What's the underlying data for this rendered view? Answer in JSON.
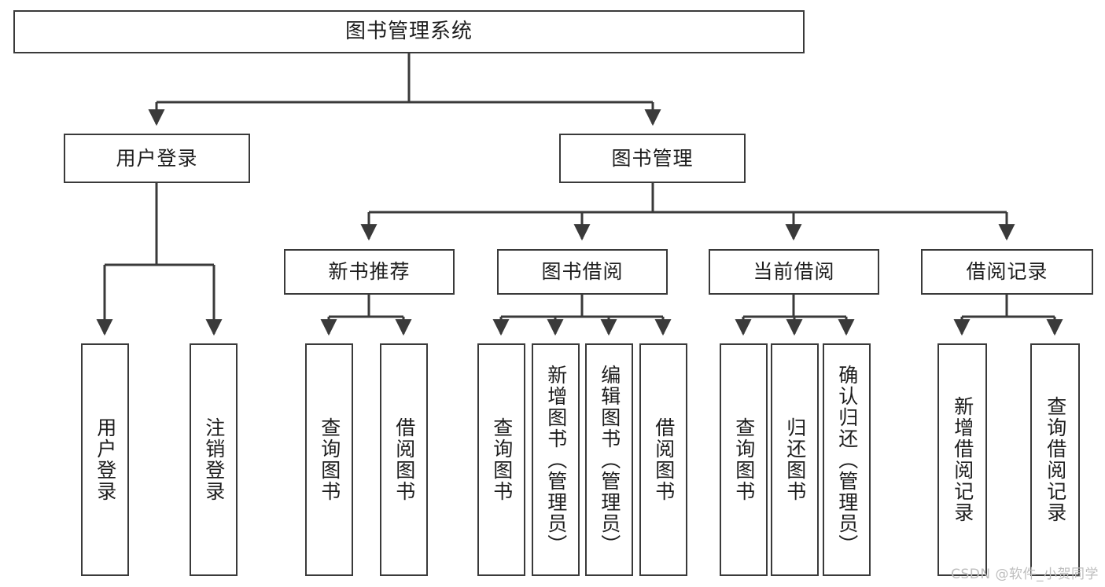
{
  "diagram": {
    "title": "图书管理系统",
    "type": "tree-hierarchy-chart",
    "watermark": "CSDN @软件_小贺同学",
    "colors": {
      "box_border": "#3a3a3a",
      "box_fill": "#ffffff",
      "connector": "#3a3a3a",
      "text": "#1d1d1d",
      "watermark": "#bdbdbd"
    },
    "nodes": {
      "root": {
        "label": "图书管理系统"
      },
      "level2": [
        {
          "label": "用户登录"
        },
        {
          "label": "图书管理"
        }
      ],
      "level3": [
        {
          "label": "新书推荐"
        },
        {
          "label": "图书借阅"
        },
        {
          "label": "当前借阅"
        },
        {
          "label": "借阅记录"
        }
      ],
      "leaves": {
        "user_login": [
          {
            "label": "用户登录"
          },
          {
            "label": "注销登录"
          }
        ],
        "new_book_recommend": [
          {
            "label": "查询图书"
          },
          {
            "label": "借阅图书"
          }
        ],
        "book_borrow": [
          {
            "label": "查询图书"
          },
          {
            "label": "新增图书（管理员）"
          },
          {
            "label": "编辑图书（管理员）"
          },
          {
            "label": "借阅图书"
          }
        ],
        "current_borrow": [
          {
            "label": "查询图书"
          },
          {
            "label": "归还图书"
          },
          {
            "label": "确认归还（管理员）"
          }
        ],
        "borrow_record": [
          {
            "label": "新增借阅记录"
          },
          {
            "label": "查询借阅记录"
          }
        ]
      }
    }
  }
}
